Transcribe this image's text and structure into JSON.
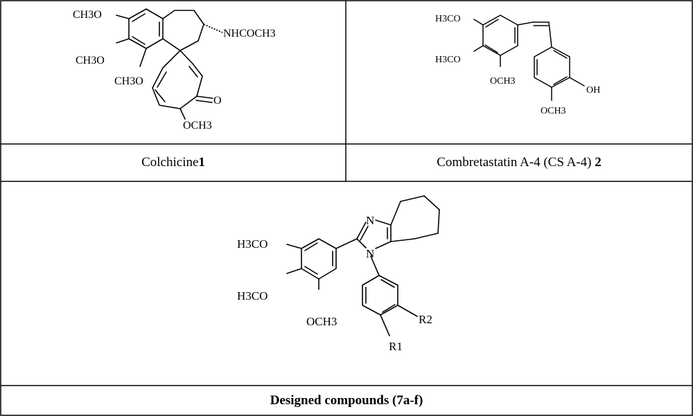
{
  "table": {
    "cells": [
      {
        "caption": "Colchicine",
        "number": "1"
      },
      {
        "caption": "Combretastatin A-4 (CS A-4) ",
        "number": "2"
      },
      {
        "caption": "Designed compounds (7a-f)"
      }
    ]
  },
  "colchicine": {
    "labels": {
      "ome_a": "CH3O",
      "ome_b": "CH3O",
      "ome_c": "CH3O",
      "amide": "NHCOCH3",
      "ketone": "O",
      "ome_d": "OCH3"
    }
  },
  "combretastatin": {
    "labels": {
      "ome_a": "H3CO",
      "ome_b": "H3CO",
      "ome_c": "OCH3",
      "hydroxy": "OH",
      "ome_d": "OCH3"
    }
  },
  "designed": {
    "labels": {
      "ome_a": "H3CO",
      "ome_b": "H3CO",
      "ome_c": "OCH3",
      "n_top": "N",
      "n_bottom": "N",
      "r2": "R2",
      "r1": "R1"
    }
  }
}
